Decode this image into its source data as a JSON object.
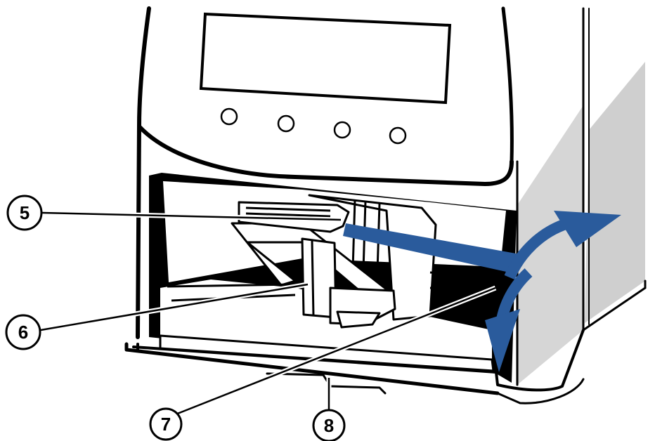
{
  "callouts": [
    {
      "id": "5",
      "label": "5"
    },
    {
      "id": "6",
      "label": "6"
    },
    {
      "id": "7",
      "label": "7"
    },
    {
      "id": "8",
      "label": "8"
    }
  ],
  "colors": {
    "arrow": "#2a5b9c",
    "shadow": "#cfcfcf",
    "ink": "#000000",
    "paper": "#ffffff"
  },
  "icons": {
    "control_buttons": "circle-button",
    "rotation_arrow": "curved-arrow-icon"
  }
}
